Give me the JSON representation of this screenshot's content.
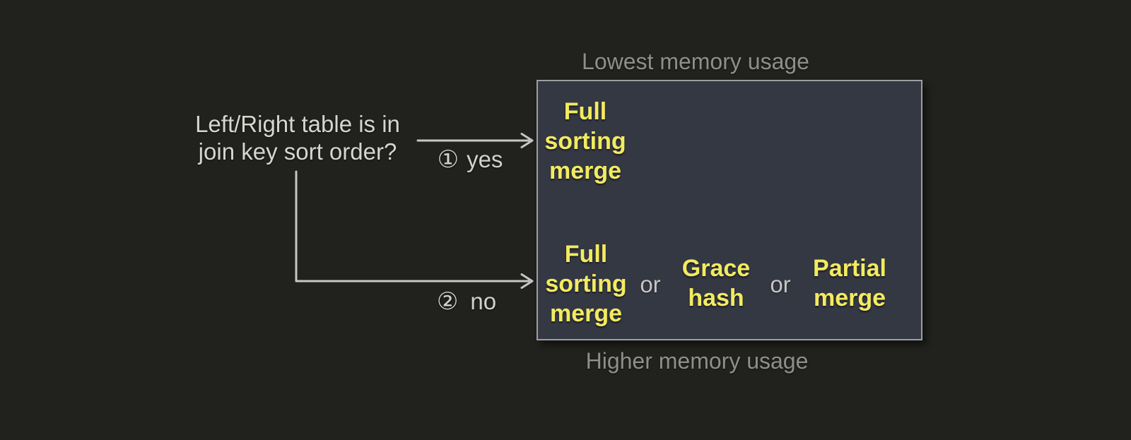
{
  "colors": {
    "background": "#21221d",
    "box_fill": "#343843",
    "box_border": "#9d9ea2",
    "algorithm_text": "#f3eb5f",
    "question_text": "#d6d5d2",
    "memory_label_text": "#8e8e8b",
    "arrow": "#c6c6c4"
  },
  "question": {
    "text": "Left/Right table is in\njoin key sort order?"
  },
  "branches": {
    "yes": {
      "badge": "①",
      "label": "yes"
    },
    "no": {
      "badge": "②",
      "label": "no"
    }
  },
  "memory_scale": {
    "top": "Lowest memory usage",
    "bottom": "Higher memory usage"
  },
  "box": {
    "sorted_row": {
      "algorithms": [
        {
          "name": "Full\nsorting\nmerge"
        }
      ]
    },
    "unsorted_row": {
      "separator": "or",
      "algorithms": [
        {
          "name": "Full\nsorting\nmerge"
        },
        {
          "name": "Grace\nhash"
        },
        {
          "name": "Partial\nmerge"
        }
      ]
    }
  }
}
